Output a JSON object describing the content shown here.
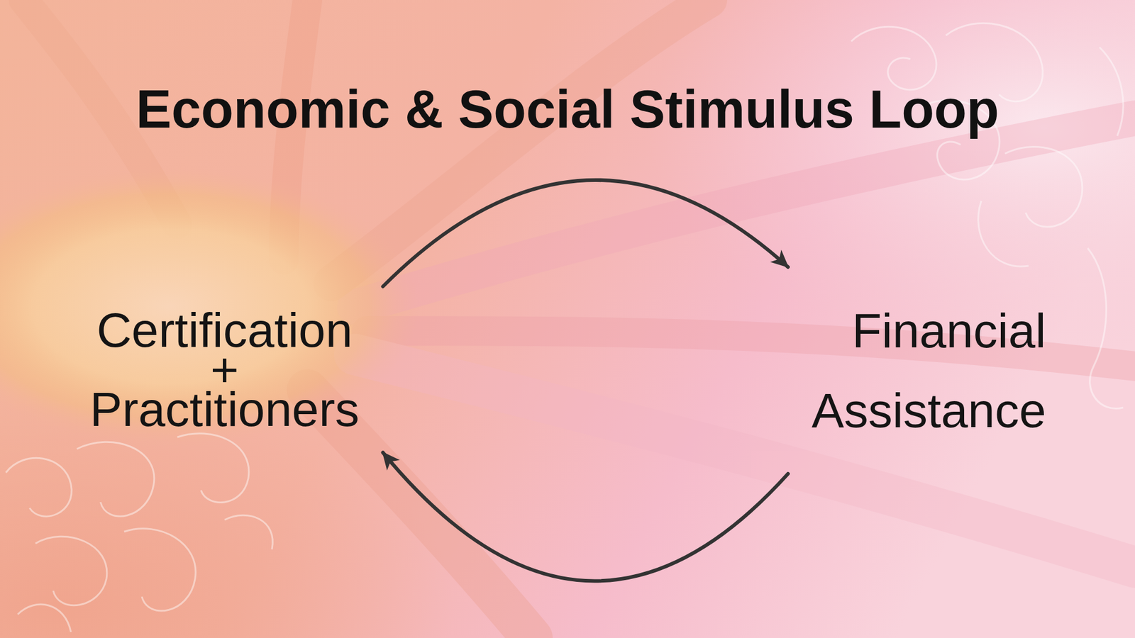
{
  "diagram": {
    "title": "Economic & Social Stimulus Loop",
    "nodes": [
      {
        "text": [
          "Certification + Practitioners"
        ]
      },
      {
        "text": [
          "Financial Assistance"
        ]
      }
    ],
    "edges": [
      {
        "from": 0,
        "to": 1,
        "arrow": "to"
      },
      {
        "from": 1,
        "to": 0,
        "arrow": "to"
      }
    ]
  }
}
